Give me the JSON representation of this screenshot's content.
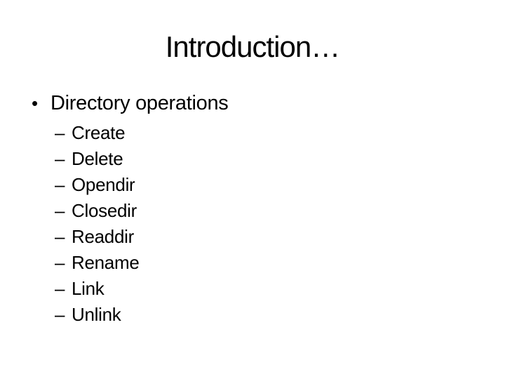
{
  "slide": {
    "title": "Introduction…",
    "bullet": {
      "marker": "•",
      "label": "Directory operations"
    },
    "sub_bullets": {
      "marker": "–",
      "items": [
        "Create",
        "Delete",
        "Opendir",
        "Closedir",
        "Readdir",
        "Rename",
        "Link",
        "Unlink"
      ]
    },
    "colors": {
      "background": "#ffffff",
      "text": "#000000"
    }
  }
}
